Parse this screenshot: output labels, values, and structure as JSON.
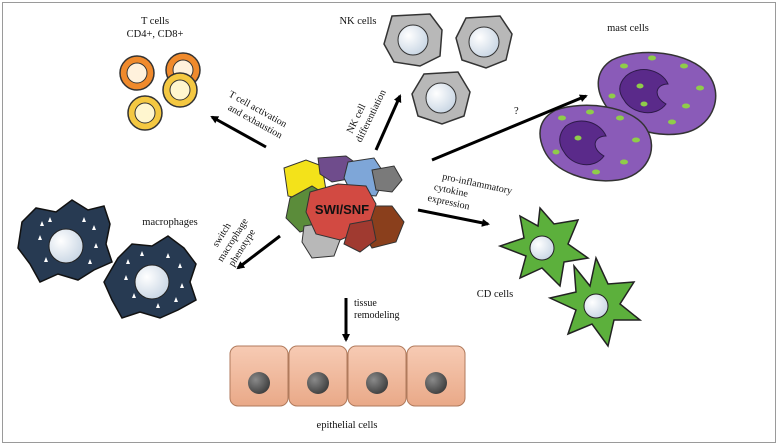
{
  "center": {
    "label": "SWI/SNF"
  },
  "cell_types": {
    "t_cells_title": "T cells",
    "t_cells_subtitle": "CD4+, CD8+",
    "nk_cells": "NK cells",
    "mast_cells": "mast cells",
    "macrophages": "macrophages",
    "cd_cells": "CD cells",
    "epithelial_cells": "epithelial cells"
  },
  "arrows": {
    "t_cell": [
      "T cell activation",
      "and exhaustion"
    ],
    "nk_cell": [
      "NK cell",
      "differentiation"
    ],
    "mast": "?",
    "cytokine": [
      "pro-inflammatory",
      "cytokine",
      "expression"
    ],
    "macrophage": [
      "switch",
      "macrophage",
      "phenotype"
    ],
    "tissue": [
      "tissue",
      "remodeling"
    ]
  },
  "colors": {
    "t_cell_orange": "#f08a2c",
    "t_cell_yellow": "#f4c842",
    "nk_gray": "#b8b8b8",
    "mast_purple": "#8a5bb8",
    "mast_nucleus": "#5a2a8a",
    "granule_green": "#8fcc4a",
    "macrophage_navy": "#273a52",
    "cd_green": "#5cb03c",
    "epithelial_peach": "#f4bca0",
    "epithelial_nucleus": "#5a5a5a"
  }
}
